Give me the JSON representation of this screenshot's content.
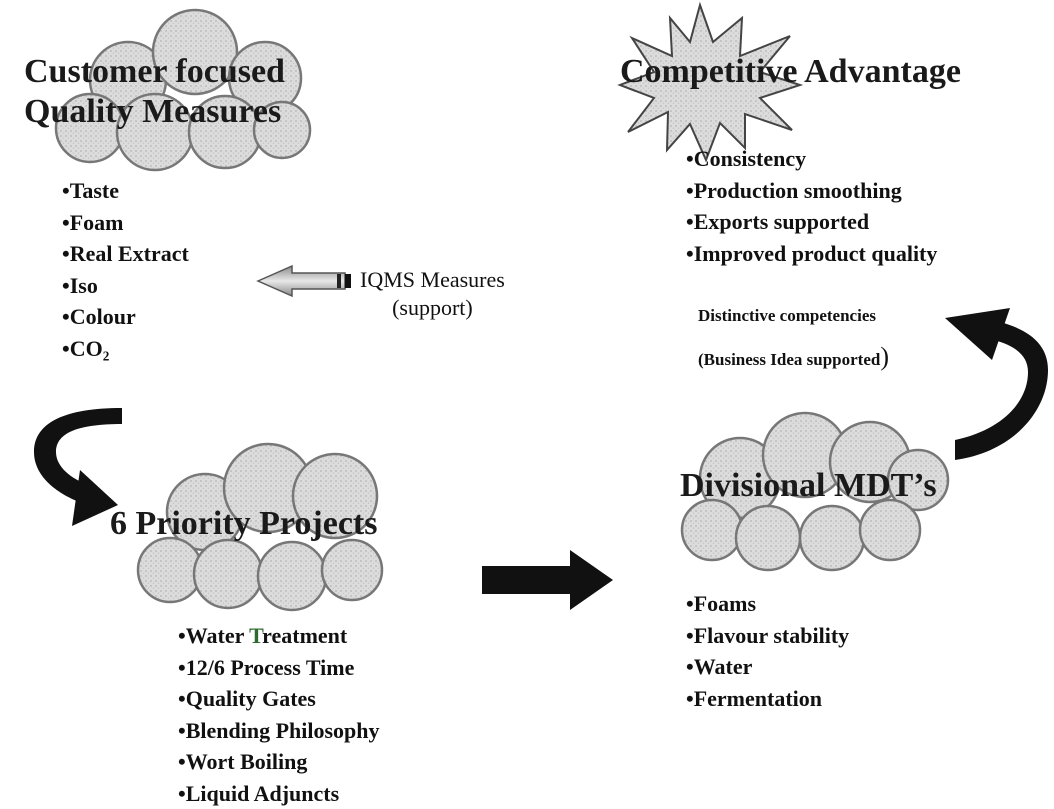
{
  "customer": {
    "title_line1": "Customer focused",
    "title_line2": "Quality Measures",
    "items": [
      "Taste",
      "Foam",
      "Real Extract",
      "Iso",
      "Colour",
      "CO₂"
    ]
  },
  "iqms": {
    "line1": "IQMS Measures",
    "line2": "(support)"
  },
  "competitive": {
    "title": "Competitive Advantage",
    "items": [
      "Consistency",
      "Production smoothing",
      "Exports supported",
      "Improved product quality"
    ]
  },
  "competencies": {
    "line1": "Distinctive competencies",
    "line2": "(Business Idea supported",
    "line2_paren": ")"
  },
  "priority": {
    "title": "6 Priority Projects",
    "items_first_pre": "Water ",
    "items_first_hl": "T",
    "items_first_post": "reatment",
    "items": [
      "12/6 Process Time",
      "Quality Gates",
      "Blending Philosophy",
      "Wort Boiling",
      "Liquid Adjuncts"
    ]
  },
  "divisional": {
    "title": "Divisional MDT’s",
    "items": [
      "Foams",
      "Flavour stability",
      "Water",
      "Fermentation"
    ]
  }
}
